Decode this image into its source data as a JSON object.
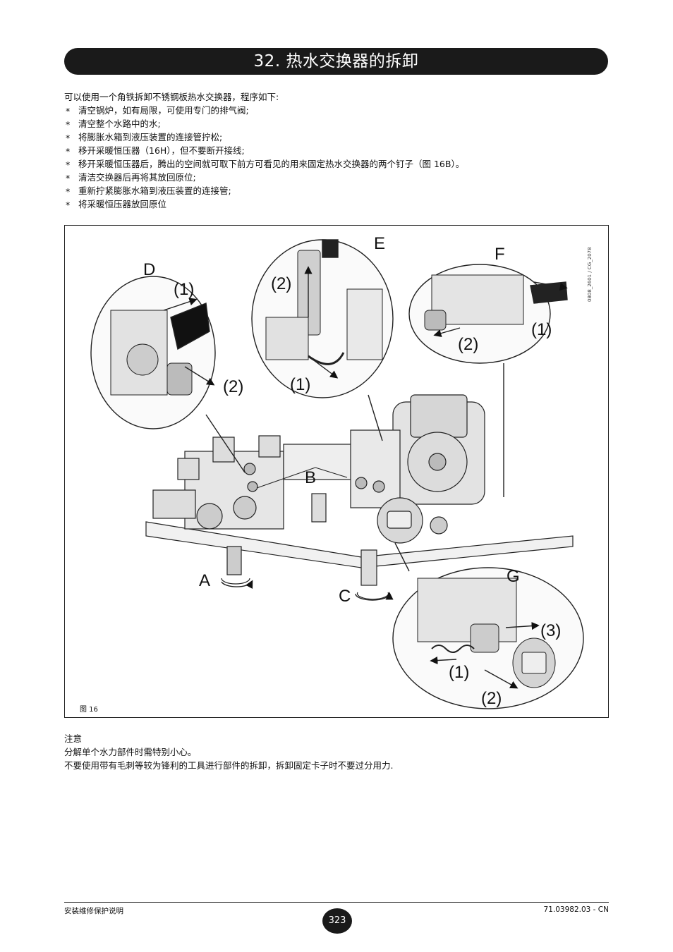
{
  "header": {
    "title": "32. 热水交换器的拆卸"
  },
  "intro": {
    "lead": "可以使用一个角铁拆卸不锈钢板热水交换器，程序如下:",
    "steps": [
      "清空锅炉，如有局限，可使用专门的排气阀;",
      "清空整个水路中的水;",
      "将膨胀水箱到液压装置的连接管拧松;",
      "移开采暖恒压器（16H），但不要断开接线;",
      "移开采暖恒压器后，腾出的空间就可取下前方可看见的用来固定热水交换器的两个钉子（图 16B）。",
      "清洁交换器后再将其放回原位;",
      "重新拧紧膨胀水箱到液压装置的连接管;",
      "将采暖恒压器放回原位"
    ]
  },
  "figure": {
    "caption": "图 16",
    "code": "0808_2601 / CG_2078",
    "labels": {
      "A": "A",
      "B": "B",
      "C": "C",
      "D": "D",
      "E": "E",
      "F": "F",
      "G": "G",
      "s1": "(1)",
      "s2": "(2)",
      "s3": "(3)"
    }
  },
  "note": {
    "heading": "注意",
    "line1": "分解单个水力部件时需特别小心。",
    "line2": "不要使用带有毛刺等较为锋利的工具进行部件的拆卸，拆卸固定卡子时不要过分用力."
  },
  "footer": {
    "left": "安装维修保护说明",
    "page": "323",
    "right": "71.03982.03 - CN"
  }
}
